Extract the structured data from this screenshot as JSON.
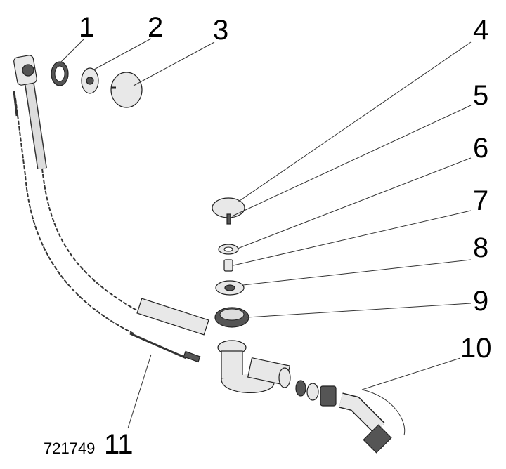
{
  "drawing": {
    "article_number": "721749",
    "callouts": [
      "1",
      "2",
      "3",
      "4",
      "5",
      "6",
      "7",
      "8",
      "9",
      "10",
      "11"
    ]
  }
}
